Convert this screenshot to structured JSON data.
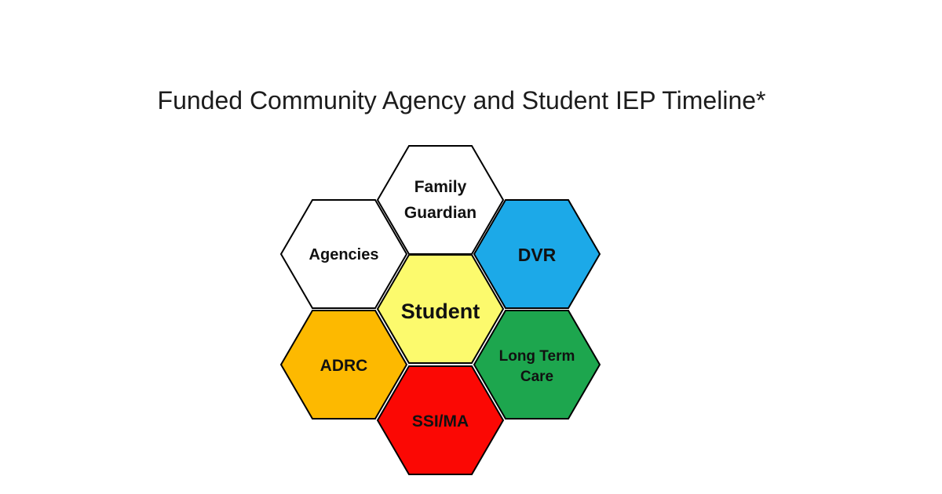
{
  "title": "Funded Community Agency and Student IEP Timeline*",
  "diagram": {
    "background": "#FFFFFF",
    "border_color": "#000000",
    "text_color": "#111111",
    "hexagons": [
      {
        "id": "family-guardian",
        "label": "Family Guardian",
        "lines": [
          "Family",
          "Guardian"
        ],
        "color": "#FFFFFF"
      },
      {
        "id": "agencies",
        "label": "Agencies",
        "lines": [
          "Agencies"
        ],
        "color": "#FFFFFF"
      },
      {
        "id": "dvr",
        "label": "DVR",
        "lines": [
          "DVR"
        ],
        "color": "#1CA9E8"
      },
      {
        "id": "student",
        "label": "Student",
        "lines": [
          "Student"
        ],
        "color": "#FCFA6D"
      },
      {
        "id": "adrc",
        "label": "ADRC",
        "lines": [
          "ADRC"
        ],
        "color": "#FDB900"
      },
      {
        "id": "long-term-care",
        "label": "Long Term Care",
        "lines": [
          "Long Term",
          "Care"
        ],
        "color": "#1DA64E"
      },
      {
        "id": "ssi-ma",
        "label": "SSI/MA",
        "lines": [
          "SSI/MA"
        ],
        "color": "#FB0804"
      }
    ]
  }
}
